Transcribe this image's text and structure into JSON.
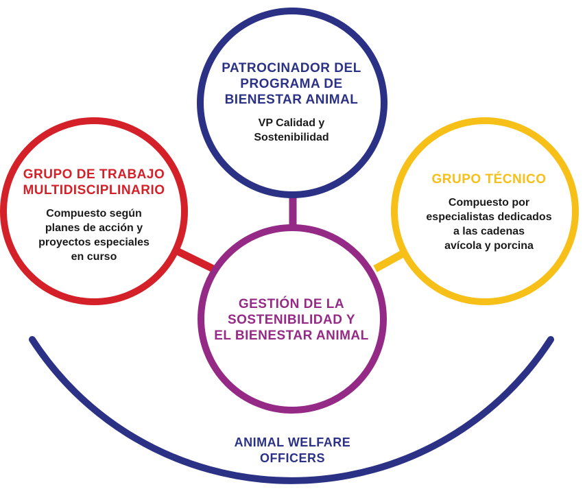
{
  "colors": {
    "top": "#2b3286",
    "left": "#d42129",
    "right": "#f6c019",
    "center": "#952a86",
    "arc": "#2b3286",
    "desc": "#1a1a1a"
  },
  "top_node": {
    "title": "PATROCINADOR DEL\nPROGRAMA DE\nBIENESTAR ANIMAL",
    "description": "VP Calidad y\nSostenibilidad"
  },
  "left_node": {
    "title": "GRUPO DE TRABAJO\nMULTIDISCIPLINARIO",
    "description": "Compuesto según\nplanes de acción y\nproyectos especiales\nen curso"
  },
  "right_node": {
    "title": "GRUPO TÉCNICO",
    "description": "Compuesto por\nespecialistas dedicados\na las cadenas\navícola y porcina"
  },
  "center_node": {
    "title": "GESTIÓN DE LA\nSOSTENIBILIDAD Y\nEL BIENESTAR ANIMAL"
  },
  "bottom_arc": {
    "label": "ANIMAL WELFARE\nOFFICERS"
  }
}
